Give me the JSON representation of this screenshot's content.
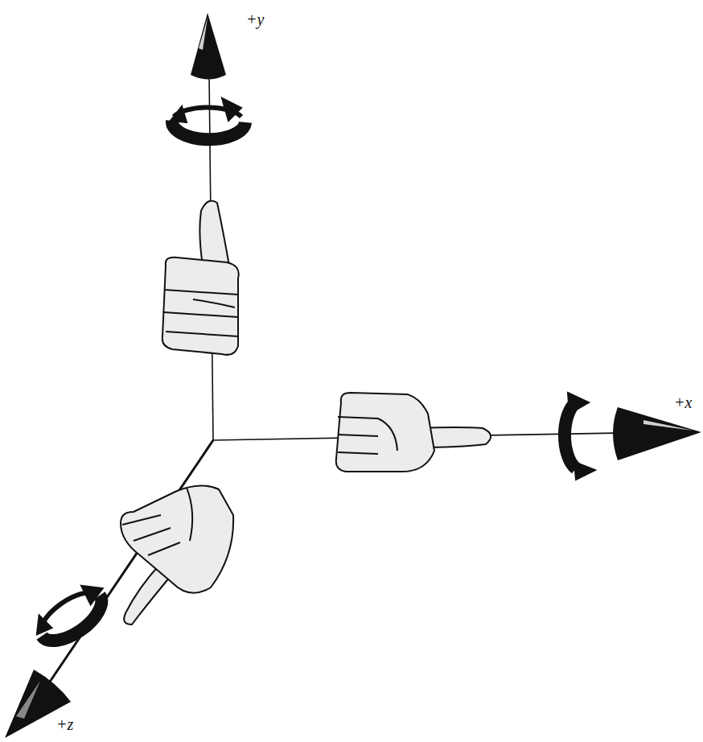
{
  "diagram": {
    "labels": [
      "+y",
      "+x",
      "+z"
    ]
  }
}
